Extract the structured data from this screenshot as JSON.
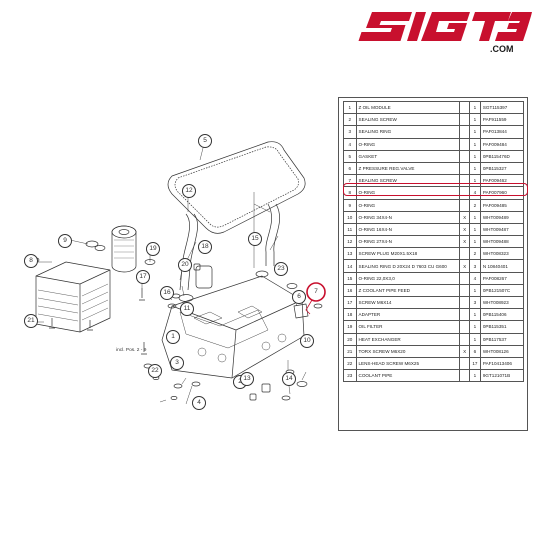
{
  "brand": {
    "name": "5IGT3",
    "domain": ".COM",
    "color": "#c8102e"
  },
  "diagram_note": "incl. Pos. 2 - 9",
  "callouts": [
    "1",
    "2",
    "3",
    "4",
    "5",
    "6",
    "7",
    "8",
    "9",
    "10",
    "11",
    "12",
    "13",
    "14",
    "15",
    "16",
    "17",
    "18",
    "19",
    "20",
    "21",
    "22",
    "23"
  ],
  "highlighted_item": "7",
  "parts": [
    {
      "num": "1",
      "name": "Z OIL MODULE",
      "x": "",
      "qty": "1",
      "pn": "SGT115397"
    },
    {
      "num": "2",
      "name": "SEALING SCREW",
      "x": "",
      "qty": "1",
      "pn": "PAF911559"
    },
    {
      "num": "3",
      "name": "SEALING RING",
      "x": "",
      "qty": "1",
      "pn": "PAF013844"
    },
    {
      "num": "4",
      "name": "O-RING",
      "x": "",
      "qty": "1",
      "pn": "PAF009484"
    },
    {
      "num": "5",
      "name": "GASKET",
      "x": "",
      "qty": "1",
      "pn": "0PB115476D"
    },
    {
      "num": "6",
      "name": "Z PRESSURE REG.VALVE",
      "x": "",
      "qty": "1",
      "pn": "0PB115327"
    },
    {
      "num": "7",
      "name": "SEALING SCREW",
      "x": "",
      "qty": "1",
      "pn": "PAF009462"
    },
    {
      "num": "8",
      "name": "O-RING",
      "x": "",
      "qty": "4",
      "pn": "PAF007960"
    },
    {
      "num": "9",
      "name": "O-RING",
      "x": "",
      "qty": "2",
      "pn": "PAF009485"
    },
    {
      "num": "10",
      "name": "O-RING 34X4-N",
      "x": "X",
      "qty": "1",
      "pn": "WHT009489"
    },
    {
      "num": "11",
      "name": "O-RING 16X4-N",
      "x": "X",
      "qty": "1",
      "pn": "WHT009487"
    },
    {
      "num": "12",
      "name": "O-RING 27X4-N",
      "x": "X",
      "qty": "1",
      "pn": "WHT009488"
    },
    {
      "num": "13",
      "name": "SCREW PLUG M20X1.5X18",
      "x": "",
      "qty": "2",
      "pn": "WHT008323"
    },
    {
      "num": "14",
      "name": "SEALING RING D 20X24 D 7603 CU G600",
      "x": "X",
      "qty": "3",
      "pn": "N 10840401"
    },
    {
      "num": "15",
      "name": "O-RING 22,0X3,0",
      "x": "",
      "qty": "4",
      "pn": "PAF008267"
    },
    {
      "num": "16",
      "name": "Z COOLANT PIPE FEED",
      "x": "",
      "qty": "1",
      "pn": "0PB121507C"
    },
    {
      "num": "17",
      "name": "SCREW M6X14",
      "x": "",
      "qty": "3",
      "pn": "WHT008923"
    },
    {
      "num": "18",
      "name": "ADAPTER",
      "x": "",
      "qty": "1",
      "pn": "0PB115406"
    },
    {
      "num": "19",
      "name": "OIL FILTER",
      "x": "",
      "qty": "1",
      "pn": "0PB115351"
    },
    {
      "num": "20",
      "name": "HEAT EXCHANGER",
      "x": "",
      "qty": "1",
      "pn": "0PB117537"
    },
    {
      "num": "21",
      "name": "TORX SCREW M6X20",
      "x": "X",
      "qty": "6",
      "pn": "WHT008126"
    },
    {
      "num": "22",
      "name": "LENS-HEAD SCREW M6X25",
      "x": "",
      "qty": "17",
      "pn": "PAF10413406"
    },
    {
      "num": "23",
      "name": "COOLANT PIPE",
      "x": "",
      "qty": "1",
      "pn": "9GT121071B"
    }
  ]
}
